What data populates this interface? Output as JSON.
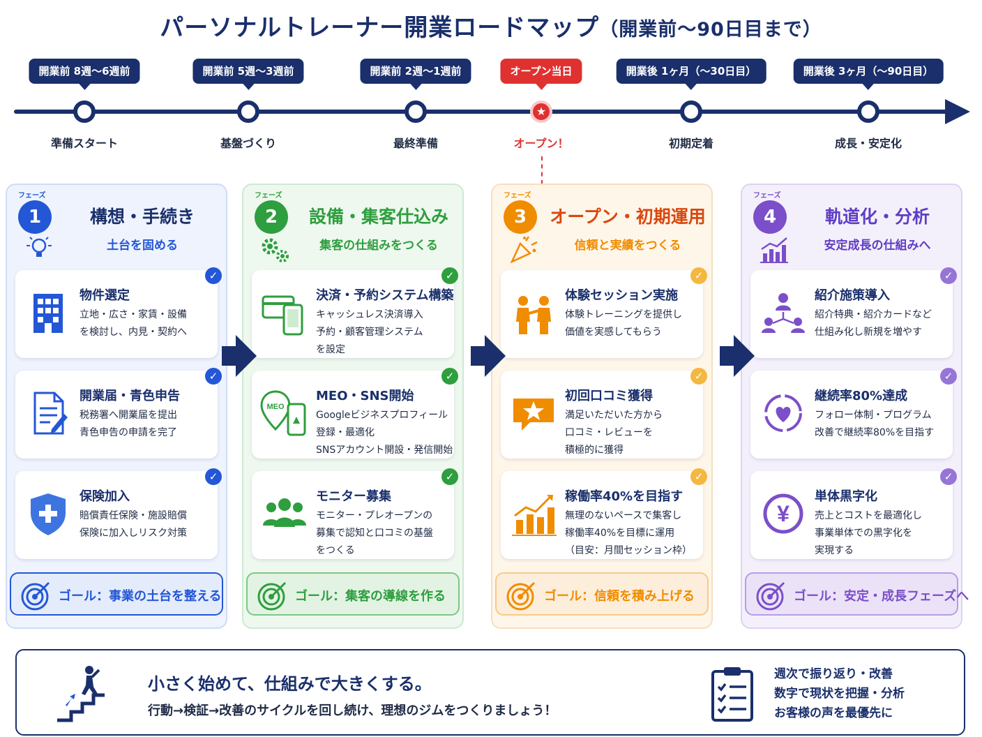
{
  "title": {
    "main": "パーソナルトレーナー開業ロードマップ",
    "sub": "（開業前〜90日目まで）"
  },
  "timeline": [
    {
      "label": "開業前 8週〜6週前",
      "name": "準備スタート"
    },
    {
      "label": "開業前 5週〜3週前",
      "name": "基盤づくり"
    },
    {
      "label": "開業前 2週〜1週前",
      "name": "最終準備"
    },
    {
      "label": "オープン当日",
      "name": "オープン！"
    },
    {
      "label": "開業後 1ヶ月（〜30日目）",
      "name": "初期定着"
    },
    {
      "label": "開業後 3ヶ月（〜90日目）",
      "name": "成長・安定化"
    }
  ],
  "phase_tag": "フェーズ",
  "check_mark": "✓",
  "star_mark": "★",
  "phases": [
    {
      "num": "1",
      "title": "構想・手続き",
      "subtitle": "土台を固める",
      "color": "#2457d6",
      "cards": [
        {
          "title": "物件選定",
          "desc": [
            "立地・広さ・家賃・設備",
            "を検討し、内見・契約へ"
          ],
          "icon": "building-icon"
        },
        {
          "title": "開業届・青色申告",
          "desc": [
            "税務署へ開業届を提出",
            "青色申告の申請を完了"
          ],
          "icon": "document-icon"
        },
        {
          "title": "保険加入",
          "desc": [
            "賠償責任保険・施設賠償",
            "保険に加入しリスク対策"
          ],
          "icon": "shield-icon"
        }
      ],
      "goal": "ゴール：事業の土台を整える"
    },
    {
      "num": "2",
      "title": "設備・集客仕込み",
      "subtitle": "集客の仕組みをつくる",
      "color": "#2e9e3e",
      "cards": [
        {
          "title": "決済・予約システム構築",
          "desc": [
            "キャッシュレス決済導入",
            "予約・顧客管理システム",
            "を設定"
          ],
          "icon": "payment-icon"
        },
        {
          "title": "MEO・SNS開始",
          "desc": [
            "Googleビジネスプロフィール",
            "登録・最適化",
            "SNSアカウント開設・発信開始"
          ],
          "icon": "meo-icon",
          "icon_text": "MEO"
        },
        {
          "title": "モニター募集",
          "desc": [
            "モニター・プレオープンの",
            "募集で認知と口コミの基盤",
            "をつくる"
          ],
          "icon": "group-icon"
        }
      ],
      "goal": "ゴール：集客の導線を作る"
    },
    {
      "num": "3",
      "title": "オープン・初期運用",
      "subtitle": "信頼と実績をつくる",
      "color": "#f08c00",
      "cards": [
        {
          "title": "体験セッション実施",
          "desc": [
            "体験トレーニングを提供し",
            "価値を実感してもらう"
          ],
          "icon": "session-icon"
        },
        {
          "title": "初回口コミ獲得",
          "desc": [
            "満足いただいた方から",
            "口コミ・レビューを",
            "積極的に獲得"
          ],
          "icon": "review-icon"
        },
        {
          "title": "稼働率40%を目指す",
          "desc": [
            "無理のないペースで集客し",
            "稼働率40%を目標に運用",
            "（目安：月間セッション枠）"
          ],
          "icon": "bar-chart-icon"
        }
      ],
      "goal": "ゴール：信頼を積み上げる"
    },
    {
      "num": "4",
      "title": "軌道化・分析",
      "subtitle": "安定成長の仕組みへ",
      "color": "#7b4fc9",
      "cards": [
        {
          "title": "紹介施策導入",
          "desc": [
            "紹介特典・紹介カードなど",
            "仕組み化し新規を増やす"
          ],
          "icon": "referral-icon"
        },
        {
          "title": "継続率80%達成",
          "desc": [
            "フォロー体制・プログラム",
            "改善で継続率80%を目指す"
          ],
          "icon": "heart-cycle-icon"
        },
        {
          "title": "単体黒字化",
          "desc": [
            "売上とコストを最適化し",
            "事業単体での黒字化を",
            "実現する"
          ],
          "icon": "yen-icon",
          "icon_text": "¥"
        }
      ],
      "goal": "ゴール：安定・成長フェーズへ"
    }
  ],
  "footer": {
    "main": "小さく始めて、仕組みで大きくする。",
    "sub": "行動→検証→改善のサイクルを回し続け、理想のジムをつくりましょう！",
    "points": [
      "週次で振り返り・改善",
      "数字で現状を把握・分析",
      "お客様の声を最優先に"
    ]
  }
}
